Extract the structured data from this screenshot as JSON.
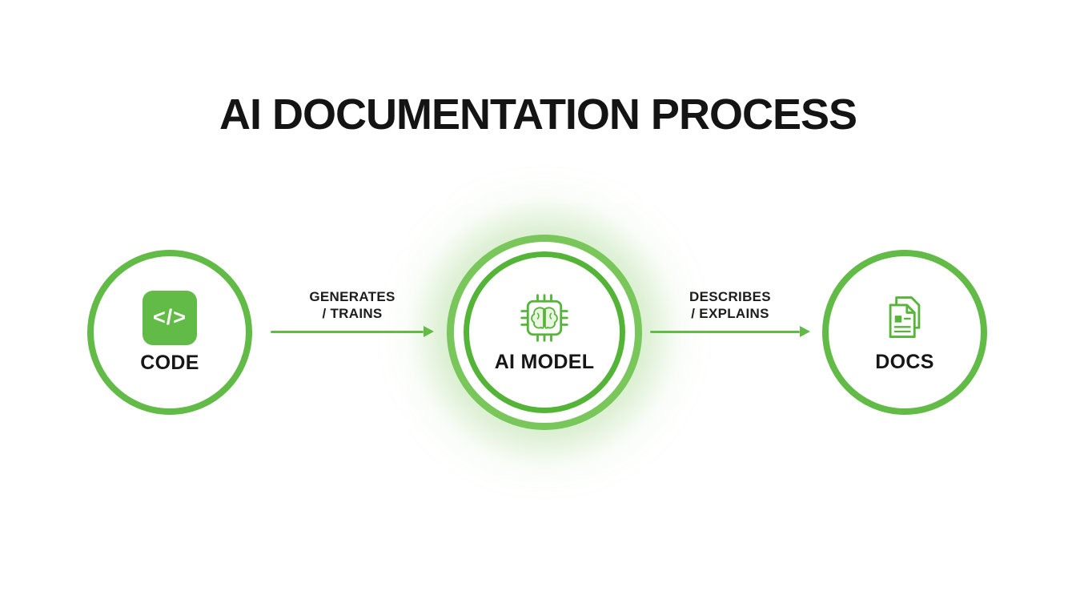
{
  "title": "AI DOCUMENTATION PROCESS",
  "colors": {
    "accent_green": "#62bb46",
    "ring_outer_green": "#79c65a",
    "ring_inner_green": "#54b437",
    "text_dark": "#141414",
    "background": "#ffffff"
  },
  "nodes": [
    {
      "id": "code",
      "label": "CODE",
      "icon": "code-brackets-icon",
      "glyph": "</>"
    },
    {
      "id": "ai-model",
      "label": "AI MODEL",
      "icon": "chip-brain-icon"
    },
    {
      "id": "docs",
      "label": "DOCS",
      "icon": "documents-icon"
    }
  ],
  "arrows": [
    {
      "from": "code",
      "to": "ai-model",
      "label_line1": "GENERATES",
      "label_line2": "/ TRAINS"
    },
    {
      "from": "ai-model",
      "to": "docs",
      "label_line1": "DESCRIBES",
      "label_line2": "/ EXPLAINS"
    }
  ]
}
